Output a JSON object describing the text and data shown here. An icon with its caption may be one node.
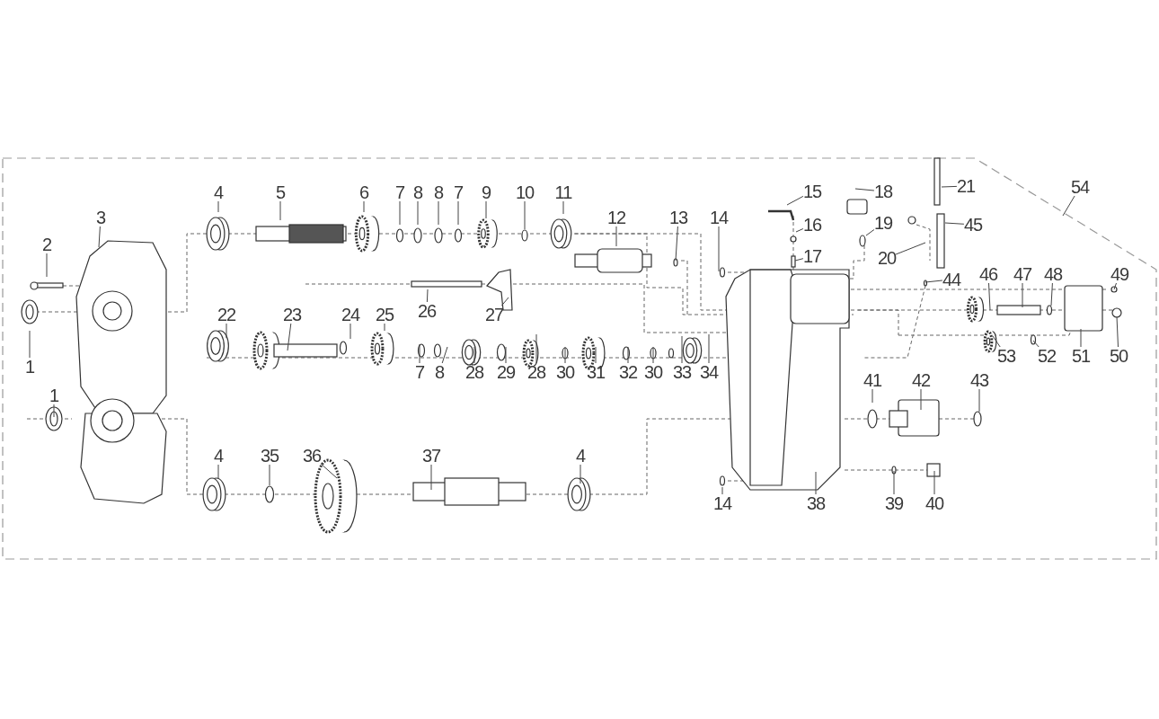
{
  "diagram": {
    "nodes": [
      {
        "text": [
          "21"
        ]
      },
      {
        "text": [
          "54"
        ]
      },
      {
        "text": [
          "4"
        ]
      },
      {
        "text": [
          "5"
        ]
      },
      {
        "text": [
          "6"
        ]
      },
      {
        "text": [
          "7"
        ]
      },
      {
        "text": [
          "8"
        ]
      },
      {
        "text": [
          "8"
        ]
      },
      {
        "text": [
          "7"
        ]
      },
      {
        "text": [
          "9"
        ]
      },
      {
        "text": [
          "10"
        ]
      },
      {
        "text": [
          "11"
        ]
      },
      {
        "text": [
          "15"
        ]
      },
      {
        "text": [
          "18"
        ]
      },
      {
        "text": [
          "3"
        ]
      },
      {
        "text": [
          "12"
        ]
      },
      {
        "text": [
          "13"
        ]
      },
      {
        "text": [
          "14"
        ]
      },
      {
        "text": [
          "16"
        ]
      },
      {
        "text": [
          "19"
        ]
      },
      {
        "text": [
          "45"
        ]
      },
      {
        "text": [
          "20"
        ]
      },
      {
        "text": [
          "17"
        ]
      },
      {
        "text": [
          "2"
        ]
      },
      {
        "text": [
          "44"
        ]
      },
      {
        "text": [
          "46"
        ]
      },
      {
        "text": [
          "47"
        ]
      },
      {
        "text": [
          "48"
        ]
      },
      {
        "text": [
          "49"
        ]
      },
      {
        "text": [
          "22"
        ]
      },
      {
        "text": [
          "23"
        ]
      },
      {
        "text": [
          "24"
        ]
      },
      {
        "text": [
          "25"
        ]
      },
      {
        "text": [
          "26"
        ]
      },
      {
        "text": [
          "27"
        ]
      },
      {
        "text": [
          "53"
        ]
      },
      {
        "text": [
          "52"
        ]
      },
      {
        "text": [
          "51"
        ]
      },
      {
        "text": [
          "50"
        ]
      },
      {
        "text": [
          "1"
        ]
      },
      {
        "text": [
          "7"
        ]
      },
      {
        "text": [
          "8"
        ]
      },
      {
        "text": [
          "28"
        ]
      },
      {
        "text": [
          "29"
        ]
      },
      {
        "text": [
          "28"
        ]
      },
      {
        "text": [
          "30"
        ]
      },
      {
        "text": [
          "31"
        ]
      },
      {
        "text": [
          "32"
        ]
      },
      {
        "text": [
          "30"
        ]
      },
      {
        "text": [
          "33"
        ]
      },
      {
        "text": [
          "34"
        ]
      },
      {
        "text": [
          "41"
        ]
      },
      {
        "text": [
          "42"
        ]
      },
      {
        "text": [
          "43"
        ]
      },
      {
        "text": [
          "1"
        ]
      },
      {
        "text": [
          "4"
        ]
      },
      {
        "text": [
          "35"
        ]
      },
      {
        "text": [
          "36"
        ]
      },
      {
        "text": [
          "37"
        ]
      },
      {
        "text": [
          "4"
        ]
      },
      {
        "text": [
          "14"
        ]
      },
      {
        "text": [
          "38"
        ]
      },
      {
        "text": [
          "39"
        ]
      },
      {
        "text": [
          "40"
        ]
      }
    ],
    "edges": [
      {
        "from": 0,
        "to": null,
        "arrow": "none"
      },
      {
        "from": 1,
        "to": null,
        "arrow": "none"
      },
      {
        "from": 2,
        "to": null,
        "arrow": "none"
      },
      {
        "from": 3,
        "to": null,
        "arrow": "none"
      },
      {
        "from": 4,
        "to": null,
        "arrow": "none"
      },
      {
        "from": 5,
        "to": null,
        "arrow": "none"
      },
      {
        "from": 6,
        "to": null,
        "arrow": "none"
      },
      {
        "from": 7,
        "to": null,
        "arrow": "none"
      },
      {
        "from": 8,
        "to": null,
        "arrow": "none"
      },
      {
        "from": 9,
        "to": null,
        "arrow": "none"
      },
      {
        "from": 10,
        "to": null,
        "arrow": "none"
      },
      {
        "from": 11,
        "to": null,
        "arrow": "none"
      },
      {
        "from": 12,
        "to": null,
        "arrow": "none"
      },
      {
        "from": 13,
        "to": null,
        "arrow": "none"
      },
      {
        "from": 14,
        "to": null,
        "arrow": "none"
      },
      {
        "from": 15,
        "to": null,
        "arrow": "none"
      },
      {
        "from": 16,
        "to": null,
        "arrow": "none"
      },
      {
        "from": 17,
        "to": null,
        "arrow": "none"
      },
      {
        "from": 18,
        "to": null,
        "arrow": "none"
      },
      {
        "from": 19,
        "to": null,
        "arrow": "none"
      },
      {
        "from": 20,
        "to": null,
        "arrow": "none"
      },
      {
        "from": 21,
        "to": null,
        "arrow": "none"
      },
      {
        "from": 22,
        "to": null,
        "arrow": "none"
      },
      {
        "from": 23,
        "to": null,
        "arrow": "none"
      },
      {
        "from": 24,
        "to": null,
        "arrow": "none"
      },
      {
        "from": 25,
        "to": null,
        "arrow": "none"
      },
      {
        "from": 26,
        "to": null,
        "arrow": "none"
      },
      {
        "from": 27,
        "to": null,
        "arrow": "none"
      },
      {
        "from": 28,
        "to": null,
        "arrow": "none"
      },
      {
        "from": 29,
        "to": null,
        "arrow": "none"
      },
      {
        "from": 30,
        "to": null,
        "arrow": "none"
      },
      {
        "from": 31,
        "to": null,
        "arrow": "none"
      },
      {
        "from": 32,
        "to": null,
        "arrow": "none"
      },
      {
        "from": 33,
        "to": null,
        "arrow": "none"
      },
      {
        "from": 34,
        "to": null,
        "arrow": "none"
      },
      {
        "from": 35,
        "to": null,
        "arrow": "none"
      },
      {
        "from": 36,
        "to": null,
        "arrow": "none"
      },
      {
        "from": 37,
        "to": null,
        "arrow": "none"
      },
      {
        "from": 38,
        "to": null,
        "arrow": "none"
      },
      {
        "from": 39,
        "to": null,
        "arrow": "none"
      },
      {
        "from": 40,
        "to": null,
        "arrow": "none"
      },
      {
        "from": 41,
        "to": null,
        "arrow": "none"
      },
      {
        "from": 42,
        "to": null,
        "arrow": "none"
      },
      {
        "from": 43,
        "to": null,
        "arrow": "none"
      },
      {
        "from": 44,
        "to": null,
        "arrow": "none"
      },
      {
        "from": 45,
        "to": null,
        "arrow": "none"
      },
      {
        "from": 46,
        "to": null,
        "arrow": "none"
      },
      {
        "from": 47,
        "to": null,
        "arrow": "none"
      },
      {
        "from": 48,
        "to": null,
        "arrow": "none"
      },
      {
        "from": 49,
        "to": null,
        "arrow": "none"
      },
      {
        "from": 50,
        "to": null,
        "arrow": "none"
      },
      {
        "from": 51,
        "to": null,
        "arrow": "none"
      },
      {
        "from": 52,
        "to": null,
        "arrow": "none"
      },
      {
        "from": 53,
        "to": null,
        "arrow": "none"
      },
      {
        "from": 54,
        "to": null,
        "arrow": "none"
      },
      {
        "from": 55,
        "to": null,
        "arrow": "none"
      },
      {
        "from": 56,
        "to": null,
        "arrow": "none"
      },
      {
        "from": 57,
        "to": null,
        "arrow": "none"
      },
      {
        "from": 58,
        "to": null,
        "arrow": "none"
      },
      {
        "from": 59,
        "to": null,
        "arrow": "none"
      },
      {
        "from": 60,
        "to": null,
        "arrow": "none"
      },
      {
        "from": 61,
        "to": null,
        "arrow": "none"
      },
      {
        "from": 62,
        "to": null,
        "arrow": "none"
      },
      {
        "from": 63,
        "to": null,
        "arrow": "none"
      }
    ]
  }
}
